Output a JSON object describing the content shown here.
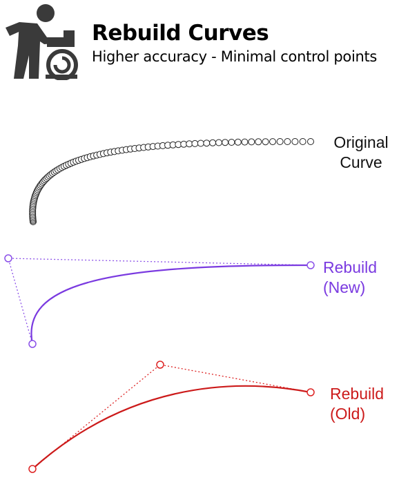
{
  "header": {
    "title": "Rebuild Curves",
    "subtitle": "Higher accuracy - Minimal control points",
    "logo_icon": "worker-rebuild-icon"
  },
  "curves": {
    "original": {
      "label_line1": "Original",
      "label_line2": "Curve",
      "color": "#222222"
    },
    "new": {
      "label_line1": "Rebuild",
      "label_line2": "(New)",
      "color": "#7a3ae0"
    },
    "old": {
      "label_line1": "Rebuild",
      "label_line2": "(Old)",
      "color": "#cc1a1a"
    }
  }
}
